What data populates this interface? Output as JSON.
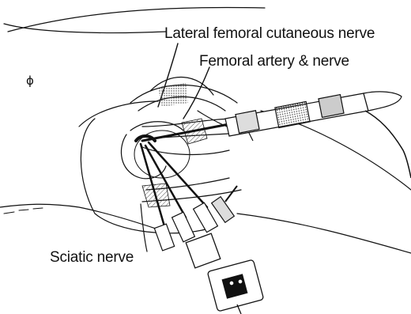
{
  "labels": {
    "lateral_femoral_cutaneous_nerve": "Lateral femoral cutaneous nerve",
    "femoral_artery_nerve": "Femoral artery & nerve",
    "sciatic_nerve": "Sciatic nerve"
  },
  "colors": {
    "ink": "#111111",
    "background": "#ffffff",
    "hatch": "#555555"
  }
}
